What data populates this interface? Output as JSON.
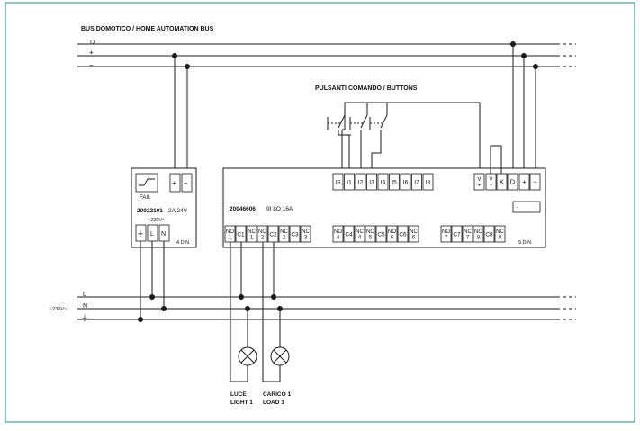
{
  "colors": {
    "frame": "#3aa3a8",
    "wire": "#1a1a1a"
  },
  "bus": {
    "title": "BUS DOMOTICO / HOME AUTOMATION BUS",
    "lines": [
      "D",
      "+",
      "−"
    ]
  },
  "buttons": {
    "title": "PULSANTI COMANDO / BUTTONS"
  },
  "power_supply": {
    "fail_label": "FAIL",
    "model": "20022101",
    "spec": "2A 24V",
    "voltage": "~230V~",
    "din": "4 DIN",
    "out_plus": "+",
    "out_minus": "−",
    "in_terminals": [
      "⏚",
      "L",
      "N"
    ]
  },
  "module": {
    "model": "20046606",
    "spec": "9I 8O 16A",
    "din": "9 DIN",
    "display": "-",
    "inputs": [
      "IS",
      "I1",
      "I2",
      "I3",
      "I4",
      "I5",
      "I6",
      "I7",
      "I8"
    ],
    "bus_terms": [
      [
        "V",
        "+"
      ],
      [
        "V",
        "−"
      ],
      [
        "K"
      ],
      [
        "D"
      ],
      [
        "+"
      ],
      [
        "−"
      ]
    ],
    "outputs": [
      [
        "NO",
        "1"
      ],
      [
        "C1"
      ],
      [
        "NC",
        "1"
      ],
      [
        "NO",
        "2"
      ],
      [
        "C2"
      ],
      [
        "NC",
        "2"
      ],
      [
        "C3"
      ],
      [
        "NC",
        "3"
      ],
      [
        "NO",
        "4"
      ],
      [
        "C4"
      ],
      [
        "NC",
        "4"
      ],
      [
        "NO",
        "5"
      ],
      [
        "C5"
      ],
      [
        "NO",
        "6"
      ],
      [
        "C6"
      ],
      [
        "NC",
        "6"
      ],
      [
        "NO",
        "7"
      ],
      [
        "C7"
      ],
      [
        "NC",
        "7"
      ],
      [
        "NO",
        "8"
      ],
      [
        "C8"
      ],
      [
        "NC",
        "8"
      ]
    ]
  },
  "mains": {
    "label": "~230V~",
    "lines": [
      "L",
      "N",
      "⏚"
    ]
  },
  "loads": [
    {
      "line1": "LUCE",
      "line2": "LIGHT 1"
    },
    {
      "line1": "CARICO 1",
      "line2": "LOAD 1"
    }
  ]
}
